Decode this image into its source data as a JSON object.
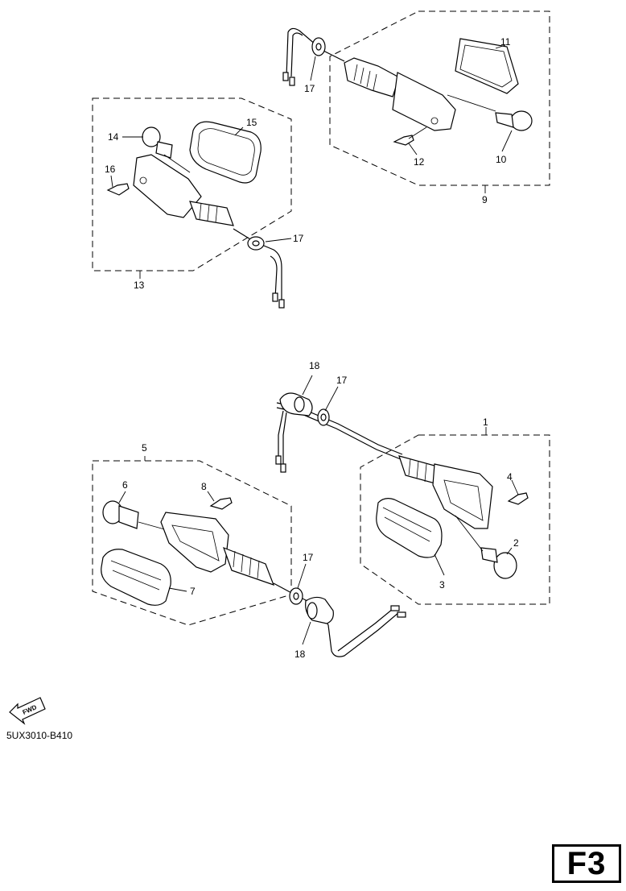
{
  "diagram": {
    "callouts": [
      {
        "id": "c-17-top",
        "label": "17"
      },
      {
        "id": "c-11",
        "label": "11"
      },
      {
        "id": "c-12",
        "label": "12"
      },
      {
        "id": "c-10",
        "label": "10"
      },
      {
        "id": "c-9",
        "label": "9"
      },
      {
        "id": "c-14",
        "label": "14"
      },
      {
        "id": "c-15",
        "label": "15"
      },
      {
        "id": "c-16",
        "label": "16"
      },
      {
        "id": "c-17-left",
        "label": "17"
      },
      {
        "id": "c-13",
        "label": "13"
      },
      {
        "id": "c-18-top",
        "label": "18"
      },
      {
        "id": "c-17-mid",
        "label": "17"
      },
      {
        "id": "c-1",
        "label": "1"
      },
      {
        "id": "c-5",
        "label": "5"
      },
      {
        "id": "c-4",
        "label": "4"
      },
      {
        "id": "c-6",
        "label": "6"
      },
      {
        "id": "c-8",
        "label": "8"
      },
      {
        "id": "c-2",
        "label": "2"
      },
      {
        "id": "c-3",
        "label": "3"
      },
      {
        "id": "c-17-low",
        "label": "17"
      },
      {
        "id": "c-7",
        "label": "7"
      },
      {
        "id": "c-18-low",
        "label": "18"
      }
    ],
    "fwd_label": "FWD",
    "part_code": "5UX3010-B410",
    "page_label": "F3"
  }
}
